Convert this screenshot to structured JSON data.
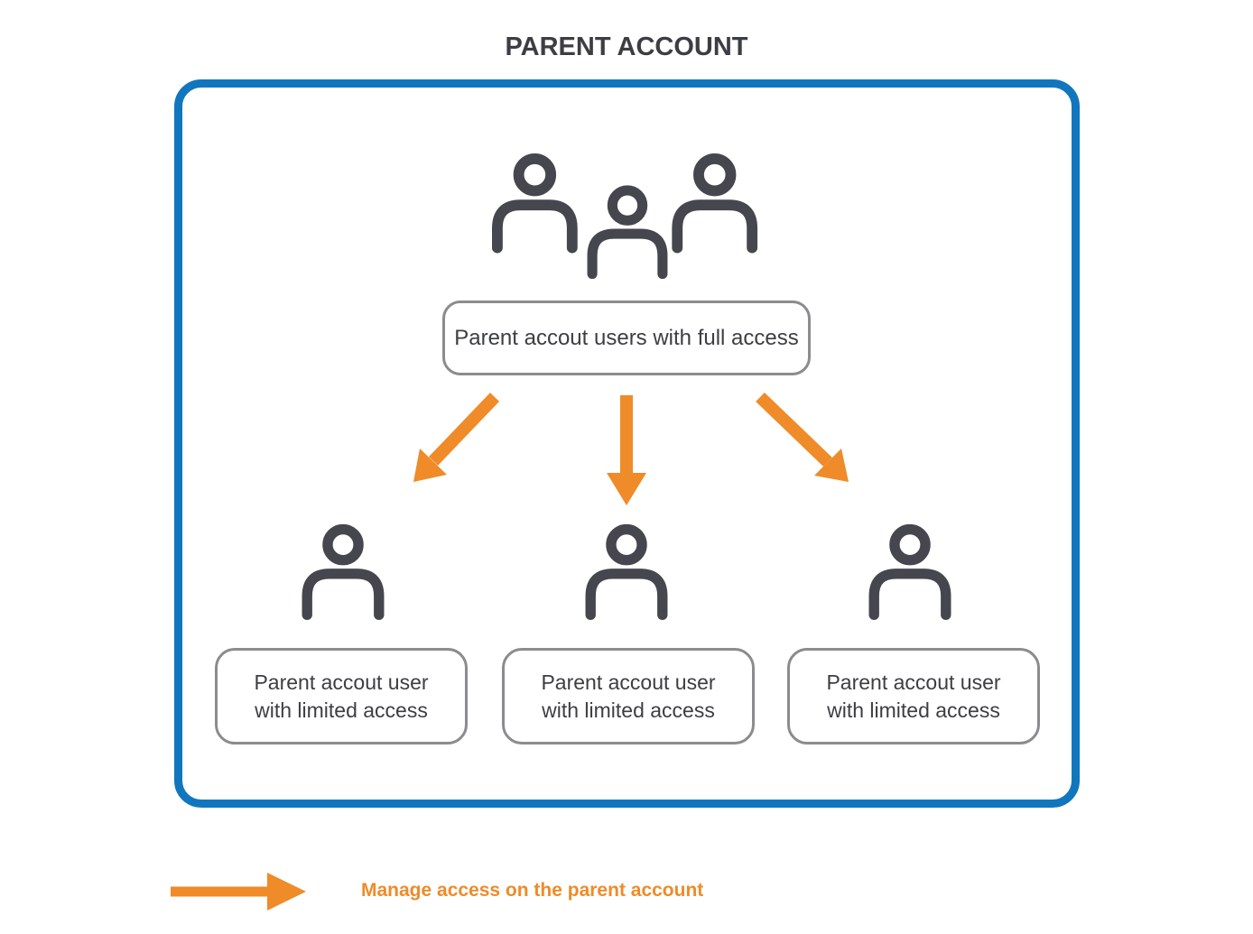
{
  "title": "PARENT ACCOUNT",
  "colors": {
    "accent_blue": "#1176bd",
    "accent_orange": "#ef8b28",
    "icon_dark": "#45464e",
    "border_gray": "#8b8b90",
    "text_dark": "#3d3e43"
  },
  "diagram": {
    "group_icon": "group-users-icon",
    "person_icon": "person-icon",
    "full_access_box": {
      "label": "Parent accout users with full access"
    },
    "arrows": [
      {
        "icon": "down-left-arrow-icon"
      },
      {
        "icon": "down-arrow-icon"
      },
      {
        "icon": "down-right-arrow-icon"
      }
    ],
    "limited_access_boxes": [
      {
        "line1": "Parent accout user",
        "line2": "with limited access"
      },
      {
        "line1": "Parent accout user",
        "line2": "with limited access"
      },
      {
        "line1": "Parent accout user",
        "line2": "with limited access"
      }
    ]
  },
  "legend": {
    "arrow_icon": "right-arrow-icon",
    "label": "Manage access on the parent account"
  }
}
